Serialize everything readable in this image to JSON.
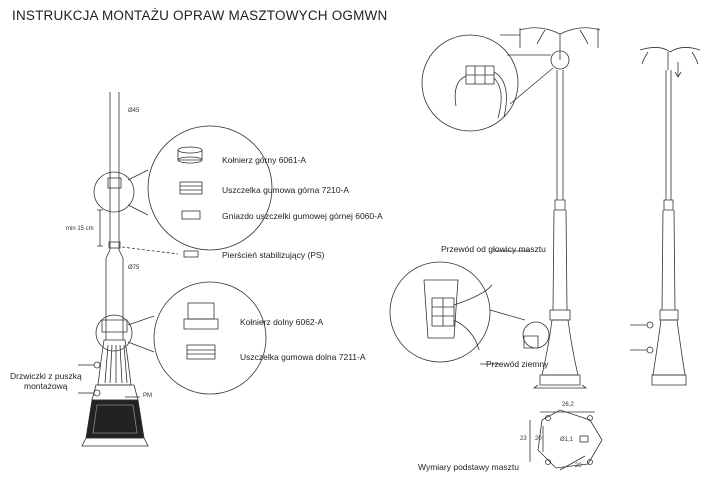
{
  "title": "INSTRUKCJA MONTAŻU OPRAW MASZTOWYCH OGMWN",
  "parts_top": [
    {
      "label": "Kołnierz górny 6061-A"
    },
    {
      "label": "Uszczelka gumowa górna 7210-A"
    },
    {
      "label": "Gniazdo uszczelki gumowej górnej 6060-A"
    }
  ],
  "ring_label": "Pierścień stabilizujący (PS)",
  "parts_bottom": [
    {
      "label": "Kołnierz dolny 6062-A"
    },
    {
      "label": "Uszczelka gumowa dolna 7211-A"
    }
  ],
  "dims": {
    "d45": "Ø45",
    "d75": "Ø75",
    "min15": "min 15 cm",
    "pm": "PM"
  },
  "door_label_line1": "Drzwiczki z puszką",
  "door_label_line2": "montażową",
  "wire_top": "Przewód od głowicy masztu",
  "wire_ground": "Przewód ziemny",
  "base": {
    "caption": "Wymiary podstawy masztu",
    "w": "26,2",
    "h": "23",
    "side1": "20",
    "side2": "20",
    "hole": "Ø1,1"
  }
}
